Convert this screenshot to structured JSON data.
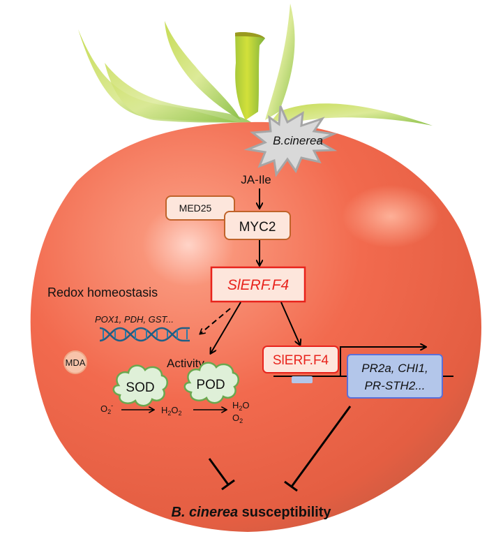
{
  "title": "SlERF.F4 regulation of B. cinerea susceptibility in tomato",
  "colors": {
    "tomato": "#f0674a",
    "tomato_dark": "#c85a3c",
    "leaf": "#a9cf4a",
    "box_fill": "#fde6dc",
    "box_border_brown": "#c0632a",
    "box_border_red": "#e8231c",
    "text_red": "#e8231c",
    "gene_box_fill": "#b3c6ea",
    "gene_box_border": "#5b6fd8",
    "enzyme_fill": "#dff0d8",
    "enzyme_border": "#6aa84f",
    "dna": "#1f5f86",
    "pathogen_fill": "#d9d9d9",
    "pathogen_border": "#a6a6a6"
  },
  "nodes": {
    "pathogen": "B.cinerea",
    "ja_ile": "JA-Ile",
    "med25": "MED25",
    "myc2": "MYC2",
    "slerf_gene": "SlERF.F4",
    "slerf_protein": "SlERF.F4",
    "redox_label": "Redox homeostasis",
    "redox_genes": "POX1, PDH, GST...",
    "mda": "MDA",
    "activity": "Activity",
    "sod": "SOD",
    "pod": "POD",
    "target_genes_line1": "PR2a, CHI1,",
    "target_genes_line2": "PR-STH2...",
    "outcome_italic": "B. cinerea",
    "outcome_rest": " susceptibility"
  },
  "reaction": {
    "substrate": "O",
    "substrate_sub": "2",
    "substrate_sup": "-",
    "intermediate": "H",
    "intermediate_sub1": "2",
    "intermediate_mid": "O",
    "intermediate_sub2": "2",
    "product1": "H",
    "product1_sub": "2",
    "product1_end": "O",
    "product2": "O",
    "product2_sub": "2"
  },
  "edges": [
    {
      "from": "ja_ile",
      "to": "myc2",
      "type": "activation"
    },
    {
      "from": "myc2",
      "to": "slerf_gene",
      "type": "activation"
    },
    {
      "from": "slerf_gene",
      "to": "redox_genes",
      "type": "dashed-activation"
    },
    {
      "from": "slerf_gene",
      "to": "activity",
      "type": "activation"
    },
    {
      "from": "slerf_gene",
      "to": "slerf_protein",
      "type": "activation"
    },
    {
      "from": "redox",
      "to": "outcome",
      "type": "inhibition"
    },
    {
      "from": "target_genes",
      "to": "outcome",
      "type": "inhibition"
    }
  ]
}
